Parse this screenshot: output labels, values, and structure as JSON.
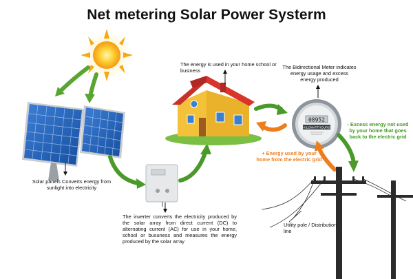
{
  "title": "Net metering Solar Power Systerm",
  "captions": {
    "panels": "Solar panels Converts energy from sunlight into electricity",
    "house": "The energy is used in your home school or business",
    "meter": "The Bidirectional Meter indicates energy usage and excess energy produced",
    "excess": "- Excess energy not used by your home that goes back to the electric grid",
    "used": "+ Energy used by your home from the electric grid",
    "inverter": "The inverter converts the electricity produced by the solar array from direct current (DC) to alternating current (AC) for use in your home, school or busuness and measures the energy produced by the solar array",
    "pole": "Utility pole / Distribution line"
  },
  "meter": {
    "reading": "08952",
    "brand": "KILOWATTHOURS"
  },
  "colors": {
    "flow_arrow": "#4a9a2a",
    "grid_arrow": "#ee7d1b",
    "excess_text": "#3e9a1e",
    "used_text": "#ee7d1b",
    "sun": "#f6a713",
    "panel_blue": "#1f5fb8",
    "house_wall": "#f5c63a",
    "roof": "#d9352b"
  }
}
